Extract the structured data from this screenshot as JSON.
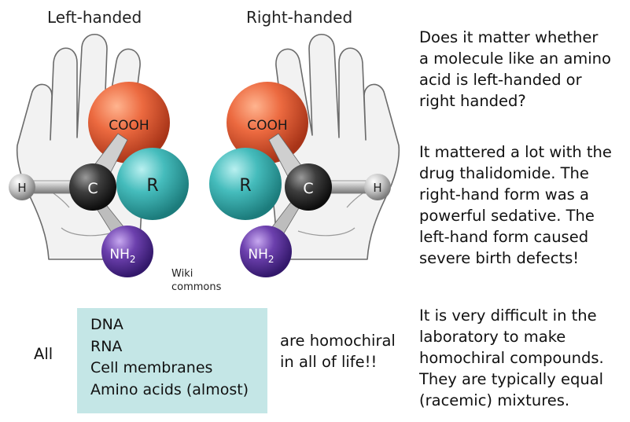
{
  "left_title": "Left-handed",
  "right_title": "Right-handed",
  "atom_labels": {
    "carboxyl": "COOH",
    "carbon": "C",
    "side_chain": "R",
    "hydrogen": "H",
    "amine_base": "NH",
    "amine_subscript": "2"
  },
  "credit": [
    "Wiki",
    "commons"
  ],
  "question": [
    "Does it matter whether",
    "a molecule like an amino",
    "acid is left-handed or",
    "right handed?"
  ],
  "thalidomide": [
    "It mattered a lot with the",
    "drug thalidomide. The",
    "right-hand form was a",
    "powerful sedative. The",
    "left-hand form caused",
    "severe birth defects!"
  ],
  "lab_note": [
    "It is very difficult in the",
    "laboratory to make",
    "homochiral compounds.",
    "They are typically equal",
    "(racemic) mixtures."
  ],
  "all_label": "All",
  "homochiral_items": [
    "DNA",
    "RNA",
    "Cell membranes",
    "Amino acids (almost)"
  ],
  "homochiral_note": [
    "are homochiral",
    "in all of life!!"
  ],
  "colors": {
    "cooh": "#e8603a",
    "carbon": "#3a3a3a",
    "r_group": "#3fb7b7",
    "nh2": "#6a3fa8",
    "hydrogen": "#bfbfbf",
    "box": "#c4e6e6"
  }
}
